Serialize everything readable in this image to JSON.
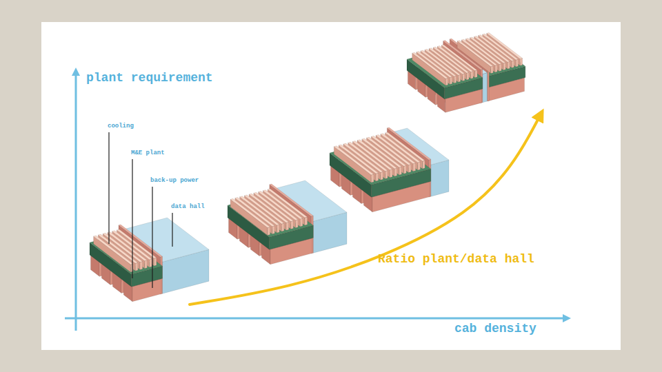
{
  "diagram": {
    "labels": [
      "plant requirement",
      "cooling",
      "M&E plant",
      "back-up power",
      "data hall",
      "Ratio plant/data hall",
      "cab density"
    ]
  }
}
